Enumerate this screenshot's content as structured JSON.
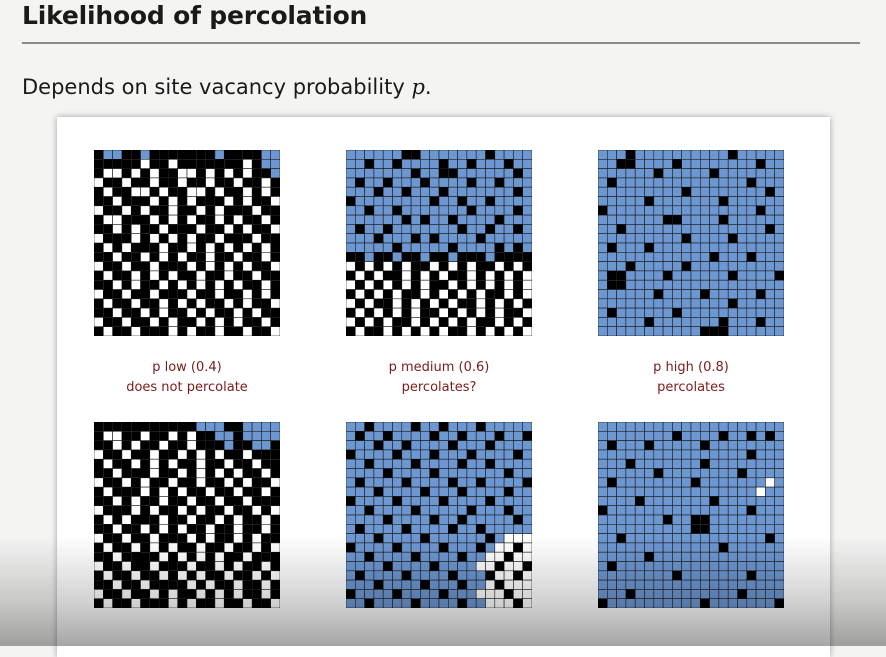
{
  "slide": {
    "title": "Likelihood of percolation",
    "subtitle_prefix": "Depends on site vacancy probability ",
    "subtitle_var": "p",
    "subtitle_suffix": "."
  },
  "colors": {
    "blocked": "#000000",
    "open": "#ffffff",
    "full": "#6d97d1",
    "gridline": "#1a1a1a",
    "caption": "#7a1c1c"
  },
  "grid_size": 20,
  "columns": [
    {
      "caption_line1": "p low (0.4)",
      "caption_line2": "does not percolate",
      "probability": 0.4,
      "grids": [
        {
          "rows": [
            "XBBXXBXXXXXXXBXXXXBB",
            "XXXXXOXXOXXXXXXXOXBB",
            "XOOXOXOXXOOXOXOXOXXB",
            "OXXOXXOXXOXXOXXOXXOX",
            "XOXXOOXOXXOOXOXXOXOX",
            "XXOXXXOXOXOXXXOXOXXO",
            "OXXOXOXXOXXOXOXXXOXX",
            "XOOXXXOXOXOXXOXOXXOX",
            "XXOXOXXOXXXOXXOXOXXO",
            "OXXXOXOXOXOXXOXXXOXX",
            "XOXOXXXOXXOXOXOXOXOX",
            "XXOXXOXOXOXXOXXOXXOX",
            "OXXOXXOXXXOXOXOXOXXO",
            "XOXXOXOXOXXOXXOXXOXX",
            "XXOXOXXOXOXOXOXOXXOX",
            "OXXOXXOXXXOXXOXXOXOX",
            "XOXXOXXOXOXOXXOXOXXO",
            "XXOXXOXOXXOXOXXOXOXX",
            "OXXOXXOXOXXOXOXOXXOX",
            "XOXXOXXXOXOXXOXXOXXO"
          ]
        },
        {
          "rows": [
            "XXXXXXXXXXXBBBXXBBBB",
            "XOOXXOXXOXOXXBBXBBBB",
            "XXOXOXXOXXOXXXBXXBBX",
            "OXXOXXOXXOXOXOXXOXXX",
            "XOXXOXOXOXXOXXOXXOXX",
            "XXOXXXOXXOXOXOXOXXOX",
            "OXXOXOXXOXXOXXOXOXXO",
            "XOXXXOXOXOXXOXXOXXOX",
            "XXOXOXXOXXOXXOXXOXXX",
            "OXXXOXOXXOXOXXOXXOXO",
            "XOXOXXXOXXOXXOXOXXOX",
            "XXOXXOXOXOXXOXXOXXOX",
            "OXXOXXOXXXOXOXXOXOXX",
            "XOXXOXOXOXXOXXOXXOXO",
            "XXOXXXXOXOXOXOXXOXXX",
            "OXXOXXOXXXOXXOXOXXOX",
            "XOXXOXXOXOXOXXOXXOXO",
            "XXOXXOXXXXOXOXXOXXOX",
            "OXXOXXOXOXXOXOXOXXOX",
            "XOXXOXXXOXOXXOXXOXXO"
          ]
        }
      ]
    },
    {
      "caption_line1": "p medium (0.6)",
      "caption_line2": "percolates?",
      "probability": 0.6,
      "grids": [
        {
          "rows": [
            "BBBBBBXXBBBBBBBXBBBB",
            "BBXBBXBBBBXBBXBBBXBB",
            "BBBBBBBXBBXXBBBBBBXB",
            "BXBBXBBBXBBBBXBBXBBB",
            "BBBXBBXBBBXBBBBBBBXB",
            "XBBBBBBBBXBBXBBXBBBB",
            "BBXBBXBBBBBBBXBBBBXB",
            "BBBBBBXBXBBXBBBBXBBB",
            "BXBBXBBBBBBBXBBXBBXB",
            "BBBXBBBXBXBBBBXBBBBB",
            "BBBBBXBBBBBXBBBBXBXB",
            "XXBXXBXXBXXBXXXBXXXX",
            "OXOXOXOXXOXOXOXXOXOX",
            "XOXOXXOXOXOXXOXOXOXO",
            "OXOXOXOXOXXOXOXOXOXO",
            "XOXOXOXXOXOXOXOXXOXO",
            "OXOXXOXOXOXOXXOXOXOX",
            "XOXOXOXOXXOXOXOXOXXO",
            "OXOXOXXOXOXOXOXXOXOX",
            "XOXXOXOXOXOXXOXOXOXO"
          ]
        },
        {
          "rows": [
            "BBXBBBBXBBXBBBXBBBBB",
            "BXBBXBBBBXBBXBBBXBBX",
            "BBBXBBXBBBBXBBBXBBBB",
            "XBBBBXBBBXBBBXBBBBXB",
            "BBXBBBBXBBBBXBBXBBBB",
            "BBBBXBBBBXBBBBBBBXBB",
            "BXBBBBXBBBBXBBXBBBBX",
            "BBBXBBBBXBBBXBBBBXBB",
            "XBBBBXBBBBXBBBBXBBBB",
            "BBXBBBBXBBBBBXBBBXBB",
            "BBBBXBBBBXBBXBBBBBXB",
            "BXBBBBXBBBBXBBXBBBBB",
            "BBBXBBBBXBBBBBBXBOOO",
            "XBBBBXBBBBXBBBXBOOXO",
            "BBXBBBBXBBBBXBBOOXOO",
            "BBBBXBBBBXBBBBOOXOOX",
            "BXBBBBXBBBBXBBBXOOXO",
            "BBBXBBBBXBBBXBBOXOOO",
            "XBBBBXBBBBXBBBOOOXOO",
            "BBXBBBBXBBBBXBBOOOXO"
          ]
        }
      ]
    },
    {
      "caption_line1": "p high (0.8)",
      "caption_line2": "percolates",
      "probability": 0.8,
      "grids": [
        {
          "rows": [
            "BBBXBBBBBBBBBBXBBBBB",
            "BBXXBBBBXBBBBBBBBXBB",
            "BBBBBBXBBBBBXBBBBBBB",
            "BXBBBBBBBBBBBBBBXBBB",
            "BBBBBBBBBXBBBBBBBBXB",
            "BBBBBXBBBBBBBXBBBBBB",
            "XBBBBBBBBBBBBBBBBXBB",
            "BBBBBBBXXBBBBXBBBBBB",
            "BBXBBBBBBBBBBBBBBBXB",
            "BBBBBBBBBXBBBBXBBBBB",
            "BXBBBXBBBBBBBBBBBBBB",
            "BBBBBBBBBBBBXBBBXBBB",
            "BBBXBBBBBXBBBBBBBBBB",
            "BXXBBBBXBBBBBBXBBBBX",
            "BXXBBBBBBBBBBBBBBBBB",
            "BBBBBBXBBBBXBBBBBXBB",
            "BBBBBBBBBBBBBBXBBBBB",
            "BXBBBBBBXBBBBBBBBBBB",
            "BBBBBXBBBBBBBXBBBXBB",
            "BBBBBBBBBBBXXXBBBBBB"
          ]
        },
        {
          "rows": [
            "BBBBBBBBBBBBBBBBBBBB",
            "BBBBBBBBXBBBBXBBXBXB",
            "BXBBBXBBBBBXBBBBBBBB",
            "BBBBBBBBBBBBBBBBXBBB",
            "BBBXBBBBBBBXBBBBBBBB",
            "BBBBBBXBBBBBBBBXBBBB",
            "BXBBBBBBBBXBBBBBBBOB",
            "BBBBBBBBBBBBBBBBBOBB",
            "BBBBXBBBBBBBXBBBBBBB",
            "XBBBBBBBBBBBBBBBXBBB",
            "BBBBBBBXBBXXBBBBBBBB",
            "BBBBBBBBBBXXBBBBBBBB",
            "BBXBBBBBBBBBBBBBBBXB",
            "BBBBBBBBBBBBBXBBBBBB",
            "BBBBBXBBBBBBBBBBBBBB",
            "BXBBBBBBBBBBBBBBBBBB",
            "BBBBBBBBXBBBBBBBXBBB",
            "BBBBBBBBBBBBBBBBBBBB",
            "BBBXBBBBBBBBBBBXBBBB",
            "XBBBBBBBBBBXBBBBBBBX"
          ]
        }
      ]
    }
  ]
}
